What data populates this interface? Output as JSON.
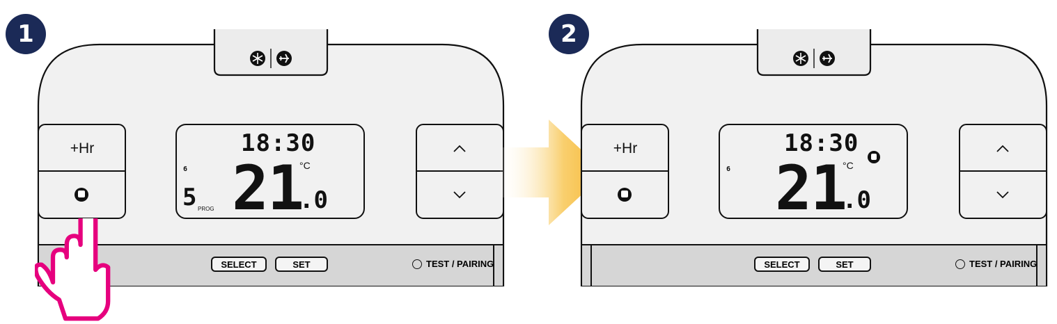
{
  "steps": [
    {
      "number": "1",
      "plus_hr_label": "+Hr",
      "lcd": {
        "time": "18:30",
        "temp_whole": "21",
        "temp_decimal": ".0",
        "unit": "°C",
        "day": "6",
        "program_digit": "5",
        "program_label": "PROG",
        "manual_icon_shown": false
      },
      "select_label": "SELECT",
      "set_label": "SET",
      "test_label": "TEST / PAIRING"
    },
    {
      "number": "2",
      "plus_hr_label": "+Hr",
      "lcd": {
        "time": "18:30",
        "temp_whole": "21",
        "temp_decimal": ".0",
        "unit": "°C",
        "day": "6",
        "manual_icon_shown": true
      },
      "select_label": "SELECT",
      "set_label": "SET",
      "test_label": "TEST / PAIRING"
    }
  ],
  "colors": {
    "badge": "#1b2a57",
    "hand": "#e6007e",
    "arrow": "#f7b733",
    "device_fill": "#f1f1f1",
    "bottom_strip": "#d6d6d6"
  },
  "icons": {
    "top_panel": [
      "snowflake-icon",
      "airplane-icon"
    ],
    "manual": "hand-icon",
    "up": "chevron-up-icon",
    "down": "chevron-down-icon"
  }
}
